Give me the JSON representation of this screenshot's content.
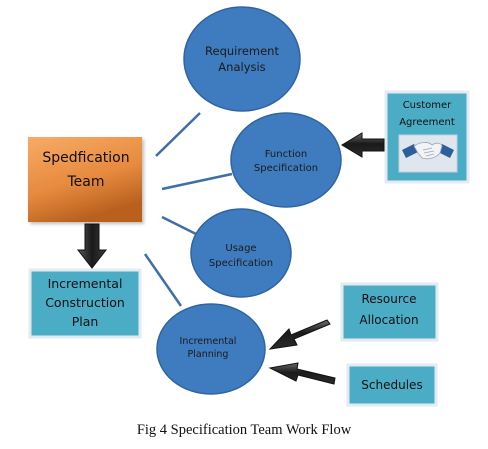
{
  "diagram": {
    "nodes": {
      "spec_team": {
        "lines": [
          "Spedfication",
          "Team"
        ]
      },
      "requirement_analysis": {
        "lines": [
          "Requirement",
          "Analysis"
        ]
      },
      "function_spec": {
        "lines": [
          "Function",
          "Specification"
        ]
      },
      "usage_spec": {
        "lines": [
          "Usage",
          "Specification"
        ]
      },
      "incremental_planning": {
        "lines": [
          "Incremental",
          "Planning"
        ]
      },
      "customer_agreement": {
        "lines": [
          "Customer",
          "Agreement"
        ]
      },
      "incremental_construction_plan": {
        "lines": [
          "Incremental",
          "Construction",
          "Plan"
        ]
      },
      "resource_allocation": {
        "lines": [
          "Resource",
          "Allocation"
        ]
      },
      "schedules": {
        "lines": [
          "Schedules"
        ]
      }
    },
    "caption": "Fig 4 Specification Team Work Flow"
  },
  "colors": {
    "circle_fill": "#3f7cbf",
    "circle_stroke": "#2f64a0",
    "spec_team_fill_top": "#f7a35c",
    "spec_team_fill_bottom": "#c86a22",
    "box_fill": "#4bacc6",
    "box_border": "#dde6ec",
    "connector": "#3f6fa8",
    "arrow_fill": "#1e1e1e"
  },
  "icons": [
    "handshake-icon"
  ]
}
